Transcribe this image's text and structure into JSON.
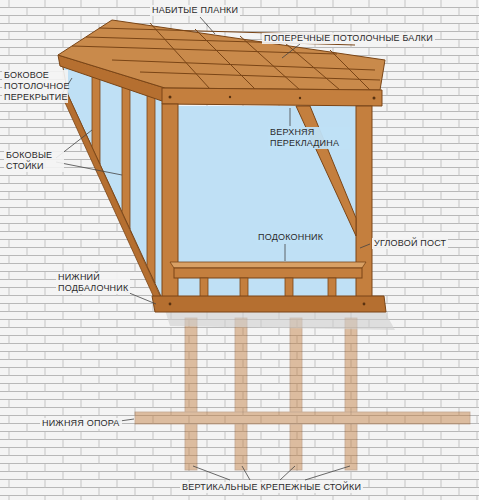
{
  "diagram": {
    "labels": [
      "НАБИТЫЕ ПЛАНКИ",
      "ПОПЕРЕЧНЫЕ ПОТОЛОЧНЫЕ БАЛКИ",
      "БОКОВОЕ ПОТОЛОЧНОЕ ПЕРЕКРЫТИЕ",
      "БОКОВЫЕ СТОЙКИ",
      "ВЕРХНЯЯ ПЕРЕКЛАДИНА",
      "ПОДОКОННИК",
      "УГЛОВОЙ ПОСТ",
      "НИЖНИЙ ПОДБАЛОЧНИК",
      "НИЖНЯЯ ОПОРА",
      "ВЕРТИКАЛЬНЫЕ КРЕПЕЖНЫЕ СТОЙКИ"
    ]
  }
}
